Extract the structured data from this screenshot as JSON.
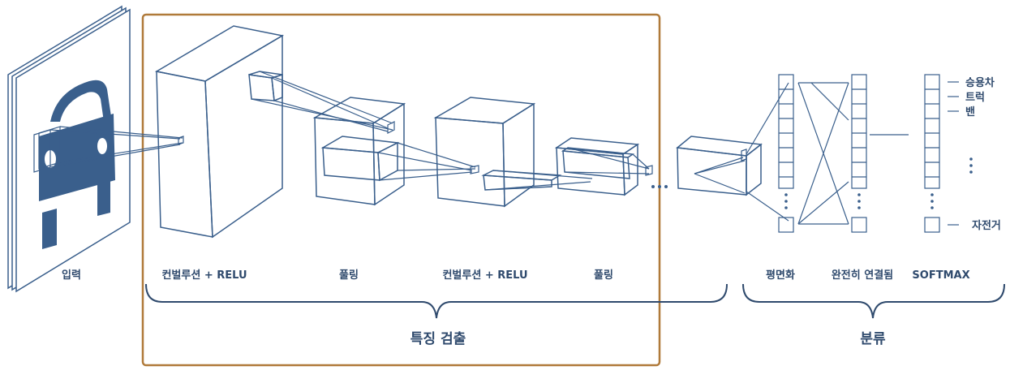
{
  "labels": {
    "input": "입력",
    "conv1": "컨벌루션 + RELU",
    "pool1": "풀링",
    "conv2": "컨벌루션 + RELU",
    "pool2": "풀링",
    "flatten": "평면화",
    "fully_connected": "완전히 연결됨",
    "softmax": "SOFTMAX",
    "feature_extraction": "특징 검출",
    "classification": "분류"
  },
  "classes": [
    "승용차",
    "트럭",
    "밴",
    "자전거"
  ],
  "colors": {
    "primary": "#3a5f8c",
    "text": "#2f4a6d",
    "highlight_border": "#b07a3a",
    "car": "#3a5f8c"
  },
  "icons": {
    "input_image": "car-icon"
  }
}
